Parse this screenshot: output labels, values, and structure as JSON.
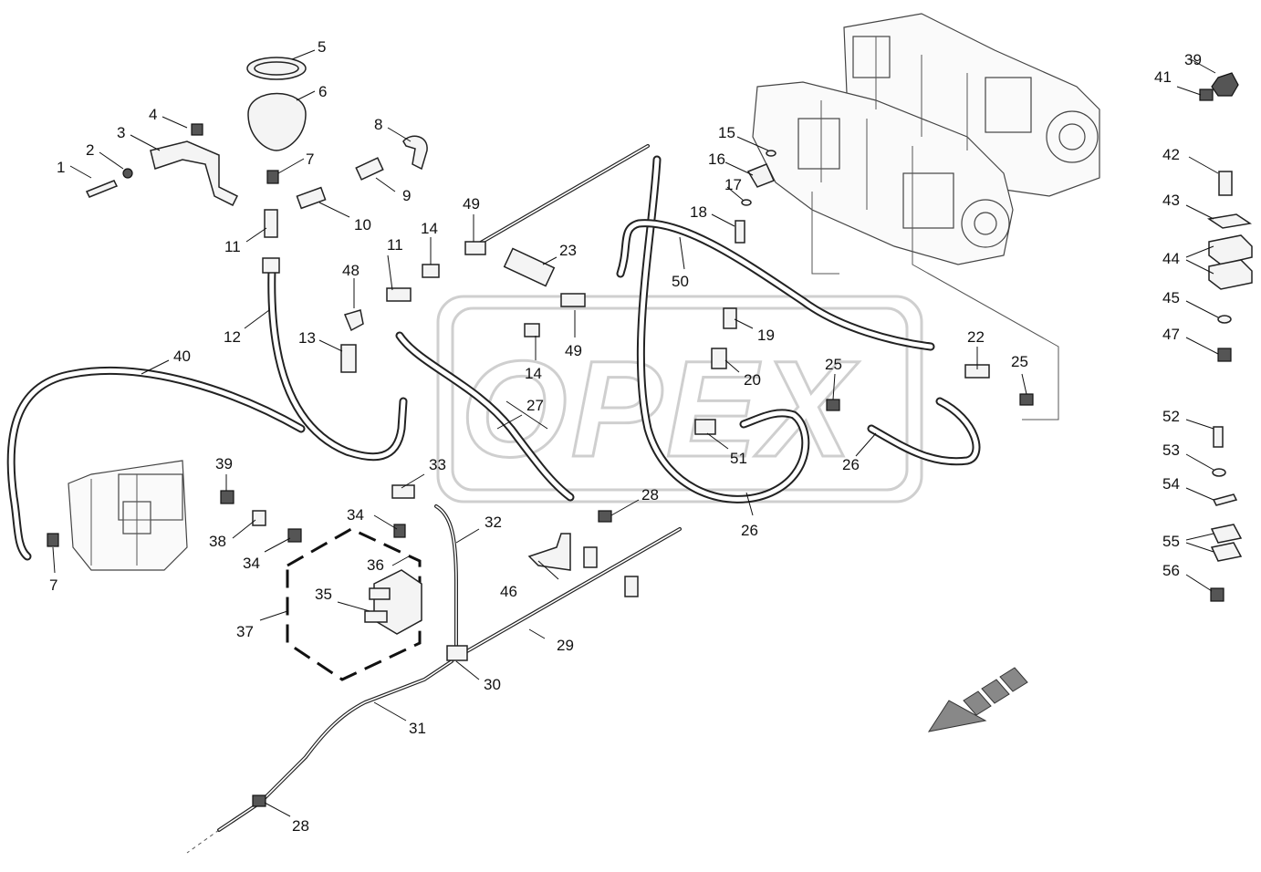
{
  "diagram": {
    "watermark": "OPEX",
    "callouts": [
      {
        "id": "c1",
        "text": "1"
      },
      {
        "id": "c2",
        "text": "2"
      },
      {
        "id": "c3",
        "text": "3"
      },
      {
        "id": "c4",
        "text": "4"
      },
      {
        "id": "c5",
        "text": "5"
      },
      {
        "id": "c6",
        "text": "6"
      },
      {
        "id": "c7a",
        "text": "7"
      },
      {
        "id": "c7b",
        "text": "7"
      },
      {
        "id": "c8",
        "text": "8"
      },
      {
        "id": "c9",
        "text": "9"
      },
      {
        "id": "c10",
        "text": "10"
      },
      {
        "id": "c11a",
        "text": "11"
      },
      {
        "id": "c11b",
        "text": "11"
      },
      {
        "id": "c12",
        "text": "12"
      },
      {
        "id": "c13",
        "text": "13"
      },
      {
        "id": "c14a",
        "text": "14"
      },
      {
        "id": "c14b",
        "text": "14"
      },
      {
        "id": "c15",
        "text": "15"
      },
      {
        "id": "c16",
        "text": "16"
      },
      {
        "id": "c17",
        "text": "17"
      },
      {
        "id": "c18",
        "text": "18"
      },
      {
        "id": "c19",
        "text": "19"
      },
      {
        "id": "c20",
        "text": "20"
      },
      {
        "id": "c22",
        "text": "22"
      },
      {
        "id": "c23",
        "text": "23"
      },
      {
        "id": "c25a",
        "text": "25"
      },
      {
        "id": "c25b",
        "text": "25"
      },
      {
        "id": "c26a",
        "text": "26"
      },
      {
        "id": "c26b",
        "text": "26"
      },
      {
        "id": "c27",
        "text": "27"
      },
      {
        "id": "c28a",
        "text": "28"
      },
      {
        "id": "c28b",
        "text": "28"
      },
      {
        "id": "c29",
        "text": "29"
      },
      {
        "id": "c30",
        "text": "30"
      },
      {
        "id": "c31",
        "text": "31"
      },
      {
        "id": "c32",
        "text": "32"
      },
      {
        "id": "c33",
        "text": "33"
      },
      {
        "id": "c34a",
        "text": "34"
      },
      {
        "id": "c34b",
        "text": "34"
      },
      {
        "id": "c35",
        "text": "35"
      },
      {
        "id": "c36",
        "text": "36"
      },
      {
        "id": "c37",
        "text": "37"
      },
      {
        "id": "c38",
        "text": "38"
      },
      {
        "id": "c39a",
        "text": "39"
      },
      {
        "id": "c39b",
        "text": "39"
      },
      {
        "id": "c40",
        "text": "40"
      },
      {
        "id": "c41",
        "text": "41"
      },
      {
        "id": "c42",
        "text": "42"
      },
      {
        "id": "c43",
        "text": "43"
      },
      {
        "id": "c44",
        "text": "44"
      },
      {
        "id": "c45",
        "text": "45"
      },
      {
        "id": "c46",
        "text": "46"
      },
      {
        "id": "c47",
        "text": "47"
      },
      {
        "id": "c48",
        "text": "48"
      },
      {
        "id": "c49a",
        "text": "49"
      },
      {
        "id": "c49b",
        "text": "49"
      },
      {
        "id": "c50",
        "text": "50"
      },
      {
        "id": "c51",
        "text": "51"
      },
      {
        "id": "c52",
        "text": "52"
      },
      {
        "id": "c53",
        "text": "53"
      },
      {
        "id": "c54",
        "text": "54"
      },
      {
        "id": "c55",
        "text": "55"
      },
      {
        "id": "c56",
        "text": "56"
      }
    ]
  }
}
